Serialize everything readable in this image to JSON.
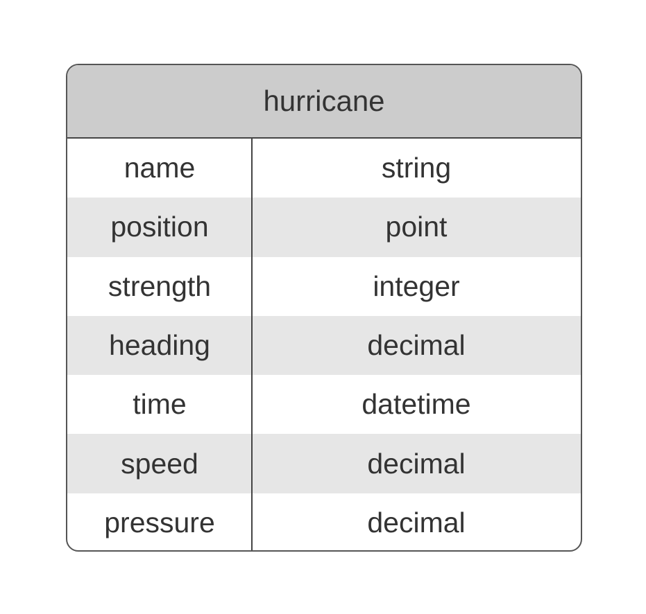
{
  "entity": {
    "title": "hurricane",
    "attributes": [
      {
        "name": "name",
        "type": "string"
      },
      {
        "name": "position",
        "type": "point"
      },
      {
        "name": "strength",
        "type": "integer"
      },
      {
        "name": "heading",
        "type": "decimal"
      },
      {
        "name": "time",
        "type": "datetime"
      },
      {
        "name": "speed",
        "type": "decimal"
      },
      {
        "name": "pressure",
        "type": "decimal"
      }
    ]
  }
}
